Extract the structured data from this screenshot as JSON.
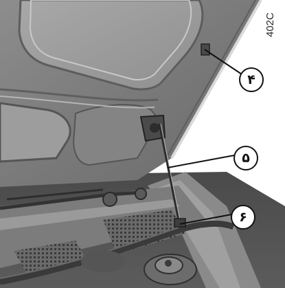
{
  "figure": {
    "reference_code": "402C",
    "callouts": [
      {
        "label": "۴"
      },
      {
        "label": "۵"
      },
      {
        "label": "۶"
      }
    ]
  },
  "colors": {
    "background": "#ffffff",
    "photo_tone": "grayscale",
    "callout_border": "#111111"
  }
}
